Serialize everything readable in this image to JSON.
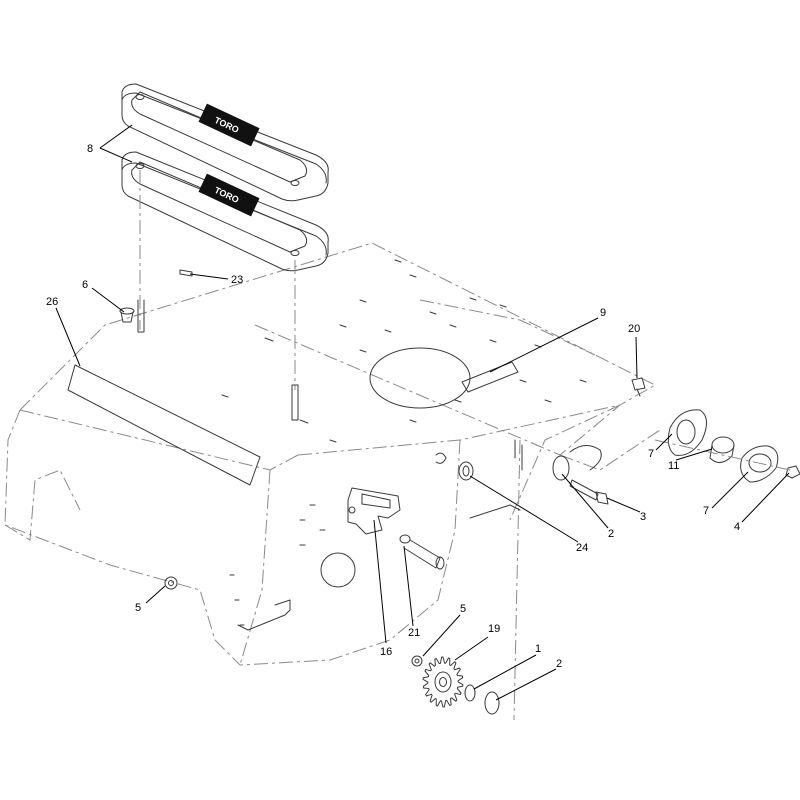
{
  "decal_brand": "TORO",
  "callouts": {
    "c1": "1",
    "c2a": "2",
    "c2b": "2",
    "c3": "3",
    "c4": "4",
    "c5a": "5",
    "c5b": "5",
    "c6": "6",
    "c7a": "7",
    "c7b": "7",
    "c8": "8",
    "c9": "9",
    "c11": "11",
    "c16": "16",
    "c19": "19",
    "c20": "20",
    "c21": "21",
    "c23": "23",
    "c24": "24",
    "c26": "26"
  }
}
